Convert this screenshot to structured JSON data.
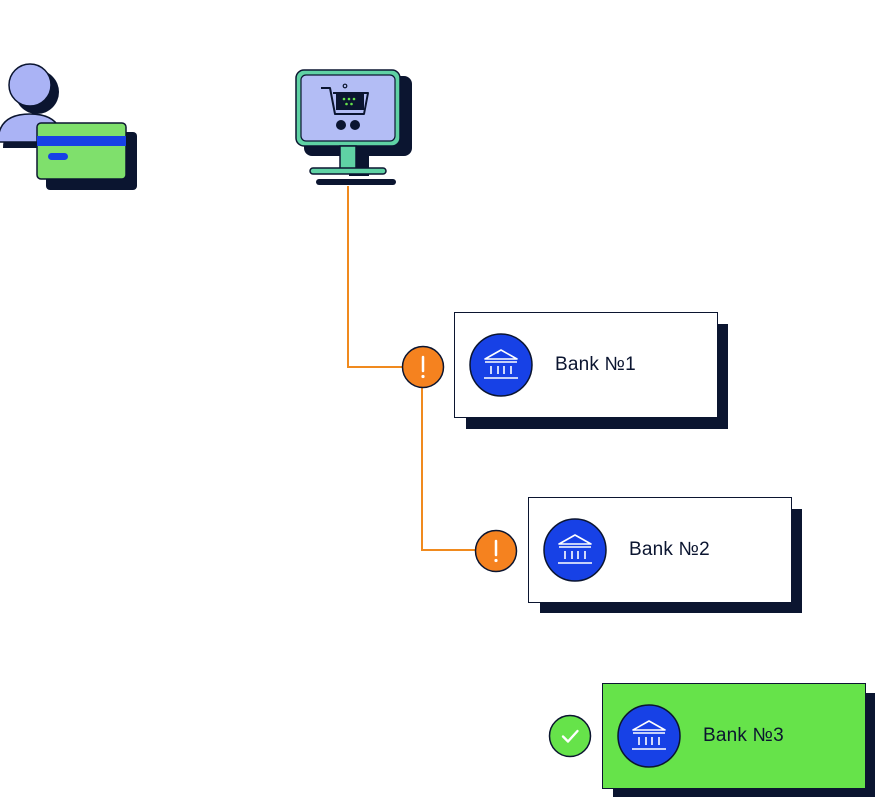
{
  "banks": [
    {
      "label": "Bank №1",
      "status": "warning",
      "bg": "#ffffff"
    },
    {
      "label": "Bank №2",
      "status": "warning",
      "bg": "#ffffff"
    },
    {
      "label": "Bank №3",
      "status": "success",
      "bg": "#66e34a"
    }
  ],
  "colors": {
    "navy": "#0b1530",
    "line_orange": "#f08a1e",
    "warning_orange": "#f5821f",
    "success_green": "#66e34a",
    "bank_blue": "#1741e6",
    "card_green": "#7fe06c",
    "person_lavender": "#aab3f5",
    "monitor_screen": "#b3bdf5",
    "monitor_frame": "#5fd2a4"
  },
  "icons": {
    "customer": "customer-with-card-icon",
    "shop": "online-shop-monitor-icon",
    "bank": "bank-building-icon",
    "warning": "exclamation-icon",
    "success": "checkmark-icon"
  }
}
